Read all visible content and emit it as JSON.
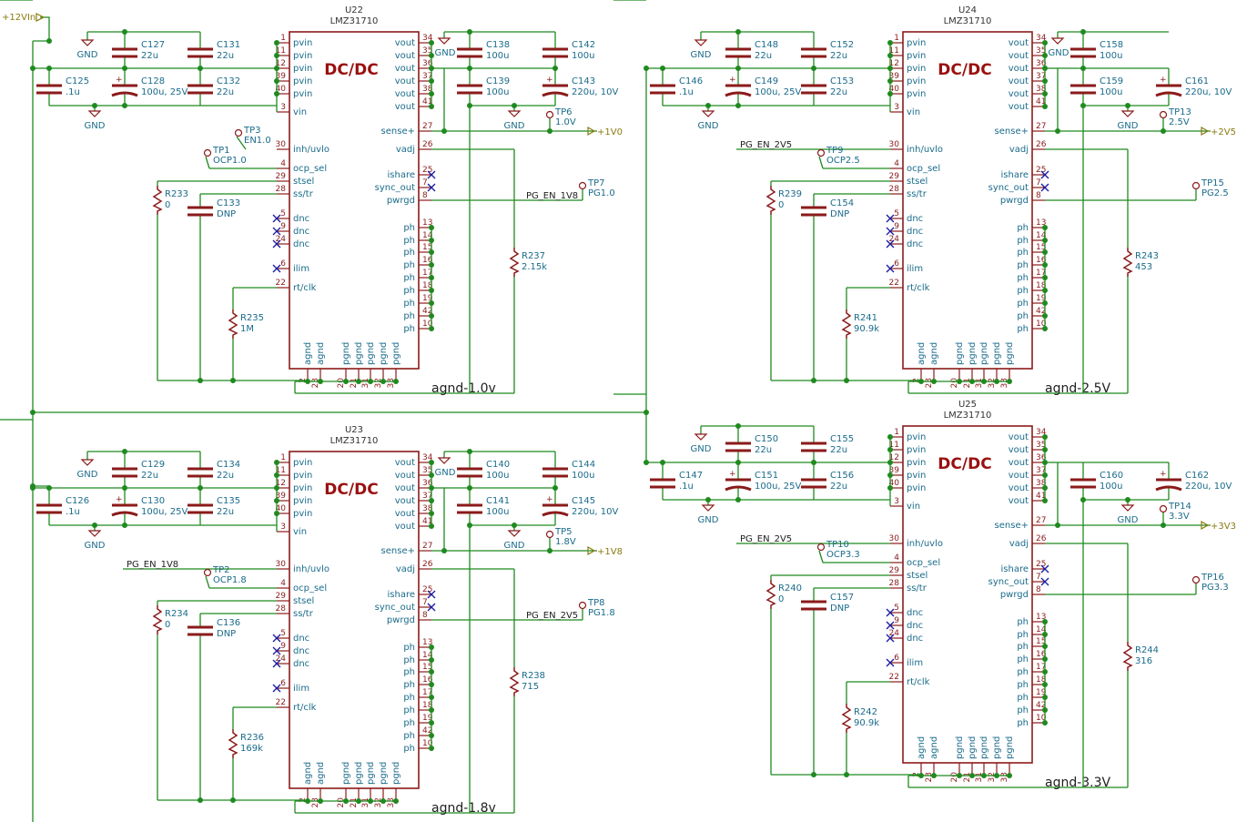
{
  "supply_net": "+12VIn",
  "left_pins": [
    {
      "num": "1",
      "name": "pvin"
    },
    {
      "num": "11",
      "name": "pvin"
    },
    {
      "num": "12",
      "name": "pvin"
    },
    {
      "num": "39",
      "name": "pvin"
    },
    {
      "num": "40",
      "name": "pvin"
    },
    {
      "num": "3",
      "name": "vin"
    },
    {
      "num": "30",
      "name": "inh/uvlo"
    },
    {
      "num": "4",
      "name": "ocp_sel"
    },
    {
      "num": "29",
      "name": "stsel"
    },
    {
      "num": "28",
      "name": "ss/tr"
    },
    {
      "num": "5",
      "name": "dnc"
    },
    {
      "num": "9",
      "name": "dnc"
    },
    {
      "num": "24",
      "name": "dnc"
    },
    {
      "num": "6",
      "name": "ilim"
    },
    {
      "num": "22",
      "name": "rt/clk"
    }
  ],
  "right_pins": [
    {
      "num": "34",
      "name": "vout"
    },
    {
      "num": "35",
      "name": "vout"
    },
    {
      "num": "36",
      "name": "vout"
    },
    {
      "num": "37",
      "name": "vout"
    },
    {
      "num": "38",
      "name": "vout"
    },
    {
      "num": "41",
      "name": "vout"
    },
    {
      "num": "27",
      "name": "sense+"
    },
    {
      "num": "26",
      "name": "vadj"
    },
    {
      "num": "25",
      "name": "ishare"
    },
    {
      "num": "7",
      "name": "sync_out"
    },
    {
      "num": "8",
      "name": "pwrgd"
    },
    {
      "num": "13",
      "name": "ph"
    },
    {
      "num": "14",
      "name": "ph"
    },
    {
      "num": "15",
      "name": "ph"
    },
    {
      "num": "16",
      "name": "ph"
    },
    {
      "num": "17",
      "name": "ph"
    },
    {
      "num": "18",
      "name": "ph"
    },
    {
      "num": "19",
      "name": "ph"
    },
    {
      "num": "42",
      "name": "ph"
    },
    {
      "num": "10",
      "name": "ph"
    }
  ],
  "bottom_pins": [
    {
      "num": "2",
      "name": "agnd"
    },
    {
      "num": "23",
      "name": "agnd"
    },
    {
      "num": "20",
      "name": "pgnd"
    },
    {
      "num": "21",
      "name": "pgnd"
    },
    {
      "num": "31",
      "name": "pgnd"
    },
    {
      "num": "32",
      "name": "pgnd"
    },
    {
      "num": "33",
      "name": "pgnd"
    }
  ],
  "blocks": [
    {
      "ref": "U22",
      "part": "LMZ31710",
      "center": "DC/DC",
      "agnd": "agnd-1.0v",
      "rail": "+1V0",
      "enable_net": "",
      "cin_top": [
        {
          "ref": "C127",
          "val": "22u"
        },
        {
          "ref": "C131",
          "val": "22u"
        }
      ],
      "cin_bot": [
        {
          "ref": "C125",
          "val": ".1u"
        },
        {
          "ref": "C128",
          "val": "100u, 25V"
        },
        {
          "ref": "C132",
          "val": "22u"
        }
      ],
      "cout_top": [
        {
          "ref": "C138",
          "val": "100u"
        },
        {
          "ref": "C142",
          "val": "100u"
        }
      ],
      "cout_bot": [
        {
          "ref": "C139",
          "val": "100u"
        },
        {
          "ref": "C143",
          "val": "220u, 10V"
        }
      ],
      "tp_sense": {
        "ref": "TP6",
        "val": "1.0V"
      },
      "tp_pg": {
        "ref": "TP7",
        "val": "PG1.0"
      },
      "tp_en": {
        "ref": "TP3",
        "val": "EN1.0"
      },
      "tp_ocp": {
        "ref": "TP1",
        "val": "OCP1.0"
      },
      "pg_net": "PG_EN_1V8",
      "r_stsel": {
        "ref": "R233",
        "val": "0"
      },
      "c_ss": {
        "ref": "C133",
        "val": "DNP"
      },
      "r_rt": {
        "ref": "R235",
        "val": "1M"
      },
      "r_vadj": {
        "ref": "R237",
        "val": "2.15k"
      }
    },
    {
      "ref": "U23",
      "part": "LMZ31710",
      "center": "DC/DC",
      "agnd": "agnd-1.8v",
      "rail": "+1V8",
      "enable_net": "PG_EN_1V8",
      "cin_top": [
        {
          "ref": "C129",
          "val": "22u"
        },
        {
          "ref": "C134",
          "val": "22u"
        }
      ],
      "cin_bot": [
        {
          "ref": "C126",
          "val": ".1u"
        },
        {
          "ref": "C130",
          "val": "100u, 25V"
        },
        {
          "ref": "C135",
          "val": "22u"
        }
      ],
      "cout_top": [
        {
          "ref": "C140",
          "val": "100u"
        },
        {
          "ref": "C144",
          "val": "100u"
        }
      ],
      "cout_bot": [
        {
          "ref": "C141",
          "val": "100u"
        },
        {
          "ref": "C145",
          "val": "220u, 10V"
        }
      ],
      "tp_sense": {
        "ref": "TP5",
        "val": "1.8V"
      },
      "tp_pg": {
        "ref": "TP8",
        "val": "PG1.8"
      },
      "tp_en": null,
      "tp_ocp": {
        "ref": "TP2",
        "val": "OCP1.8"
      },
      "pg_net": "PG_EN_2V5",
      "r_stsel": {
        "ref": "R234",
        "val": "0"
      },
      "c_ss": {
        "ref": "C136",
        "val": "DNP"
      },
      "r_rt": {
        "ref": "R236",
        "val": "169k"
      },
      "r_vadj": {
        "ref": "R238",
        "val": "715"
      }
    },
    {
      "ref": "U24",
      "part": "LMZ31710",
      "center": "DC/DC",
      "agnd": "agnd-2.5V",
      "rail": "+2V5",
      "enable_net": "PG_EN_2V5",
      "cin_top": [
        {
          "ref": "C148",
          "val": "22u"
        },
        {
          "ref": "C152",
          "val": "22u"
        }
      ],
      "cin_bot": [
        {
          "ref": "C146",
          "val": ".1u"
        },
        {
          "ref": "C149",
          "val": "100u, 25V"
        },
        {
          "ref": "C153",
          "val": "22u"
        }
      ],
      "cout_top": [
        {
          "ref": "C158",
          "val": "100u"
        }
      ],
      "cout_bot": [
        {
          "ref": "C159",
          "val": "100u"
        },
        {
          "ref": "C161",
          "val": "220u, 10V"
        }
      ],
      "tp_sense": {
        "ref": "TP13",
        "val": "2.5V"
      },
      "tp_pg": {
        "ref": "TP15",
        "val": "PG2.5"
      },
      "tp_en": null,
      "tp_ocp": {
        "ref": "TP9",
        "val": "OCP2.5"
      },
      "pg_net": "",
      "r_stsel": {
        "ref": "R239",
        "val": "0"
      },
      "c_ss": {
        "ref": "C154",
        "val": "DNP"
      },
      "r_rt": {
        "ref": "R241",
        "val": "90.9k"
      },
      "r_vadj": {
        "ref": "R243",
        "val": "453"
      }
    },
    {
      "ref": "U25",
      "part": "LMZ31710",
      "center": "DC/DC",
      "agnd": "agnd-3.3V",
      "rail": "+3V3",
      "enable_net": "PG_EN_2V5",
      "cin_top": [
        {
          "ref": "C150",
          "val": "22u"
        },
        {
          "ref": "C155",
          "val": "22u"
        }
      ],
      "cin_bot": [
        {
          "ref": "C147",
          "val": ".1u"
        },
        {
          "ref": "C151",
          "val": "100u, 25V"
        },
        {
          "ref": "C156",
          "val": "22u"
        }
      ],
      "cout_top": [],
      "cout_bot": [
        {
          "ref": "C160",
          "val": "100u"
        },
        {
          "ref": "C162",
          "val": "220u, 10V"
        }
      ],
      "tp_sense": {
        "ref": "TP14",
        "val": "3.3V"
      },
      "tp_pg": {
        "ref": "TP16",
        "val": "PG3.3"
      },
      "tp_en": null,
      "tp_ocp": {
        "ref": "TP10",
        "val": "OCP3.3"
      },
      "pg_net": "",
      "r_stsel": {
        "ref": "R240",
        "val": "0"
      },
      "c_ss": {
        "ref": "C157",
        "val": "DNP"
      },
      "r_rt": {
        "ref": "R242",
        "val": "90.9k"
      },
      "r_vadj": {
        "ref": "R244",
        "val": "316"
      }
    }
  ],
  "gnd_label": "GND"
}
